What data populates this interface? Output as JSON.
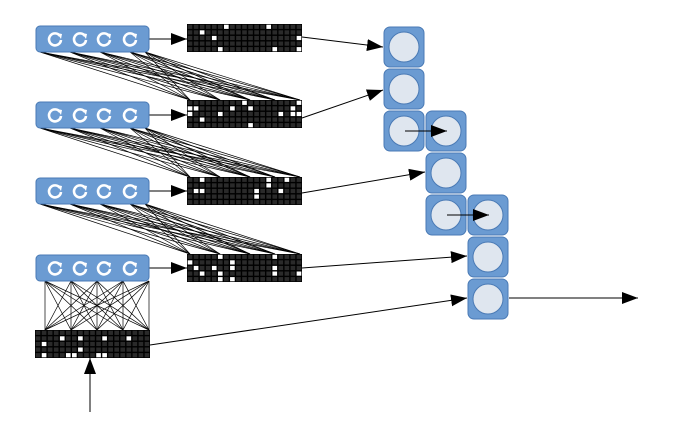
{
  "colors": {
    "module_fill": "#6b9bd2",
    "module_stroke": "#4a7ab5",
    "node_fill": "#dfe6ef",
    "grid_cell": "#2a2a2a",
    "grid_active": "#ffffff",
    "line": "#000000"
  },
  "icons": {
    "module_unit": "rotate-arrow-icon",
    "node": "circle-node"
  },
  "modules": [
    {
      "units": 4
    },
    {
      "units": 4
    },
    {
      "units": 4
    },
    {
      "units": 4
    }
  ],
  "grid": {
    "rows": 5,
    "cols": 19
  }
}
